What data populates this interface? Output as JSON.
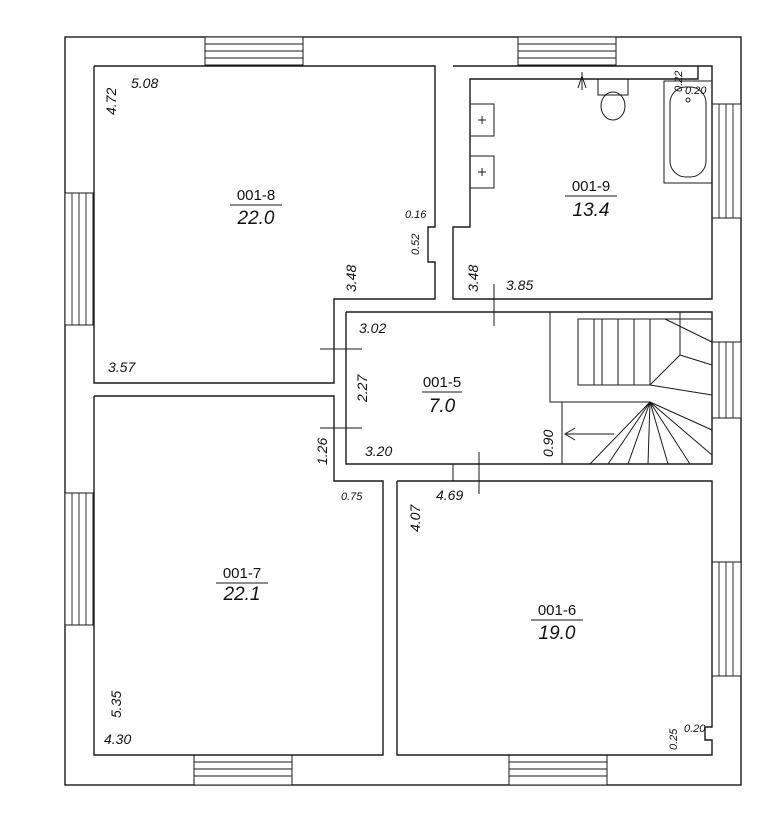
{
  "rooms": [
    {
      "id": "001-8",
      "area": "22.0"
    },
    {
      "id": "001-9",
      "area": "13.4"
    },
    {
      "id": "001-5",
      "area": "7.0"
    },
    {
      "id": "001-7",
      "area": "22.1"
    },
    {
      "id": "001-6",
      "area": "19.0"
    }
  ],
  "dimensions": {
    "r8_width": "5.08",
    "r8_height": "4.72",
    "r8_niche_w": "0.16",
    "r8_niche_h": "0.52",
    "r8_right": "3.48",
    "r8_bottom": "3.57",
    "r9_top_right": "0.22",
    "r9_bath_w": "0.20",
    "r9_left": "3.48",
    "r9_bottom": "3.85",
    "r5_top": "3.02",
    "r5_left": "2.27",
    "r5_step": "1.26",
    "r5_bottom": "3.20",
    "r5_stair": "0.90",
    "r7_offset": "0.75",
    "r7_height": "5.35",
    "r7_width": "4.30",
    "r6_width": "4.69",
    "r6_height": "4.07",
    "r6_niche_w": "0.20",
    "r6_niche_h": "0.25"
  }
}
